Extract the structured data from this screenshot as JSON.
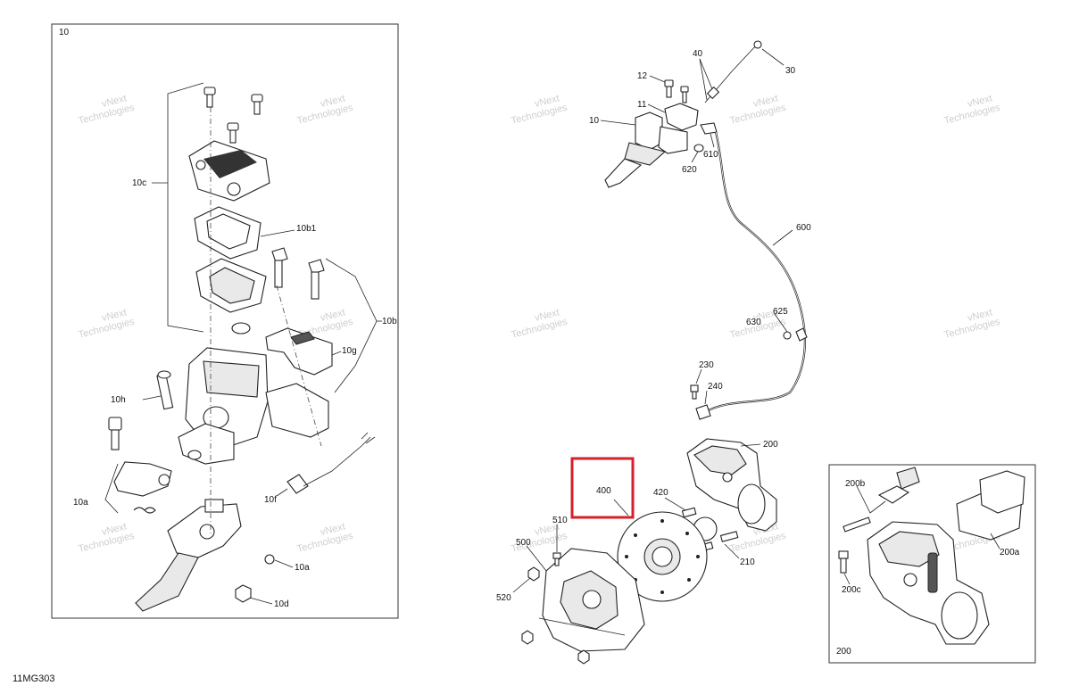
{
  "diagram_code": "11MG303",
  "left_panel": {
    "ref": "10"
  },
  "inset_panel": {
    "ref": "200"
  },
  "watermark": {
    "line1": "vNext",
    "line2": "Technologies"
  },
  "callouts": {
    "c10c": "10c",
    "c10b1": "10b1",
    "c10b": "10b",
    "c10g": "10g",
    "c10h": "10h",
    "c10f": "10f",
    "c10a_1": "10a",
    "c10a_2": "10a",
    "c10d": "10d",
    "c12": "12",
    "c11": "11",
    "c10": "10",
    "c40": "40",
    "c30": "30",
    "c620": "620",
    "c610": "610",
    "c600": "600",
    "c625": "625",
    "c630": "630",
    "c230": "230",
    "c240": "240",
    "c200": "200",
    "c400": "400",
    "c420": "420",
    "c510": "510",
    "c500": "500",
    "c520": "520",
    "c210": "210",
    "c200b": "200b",
    "c200a": "200a",
    "c200c": "200c"
  },
  "highlight": {
    "target": "400",
    "color": "#d6202a"
  }
}
